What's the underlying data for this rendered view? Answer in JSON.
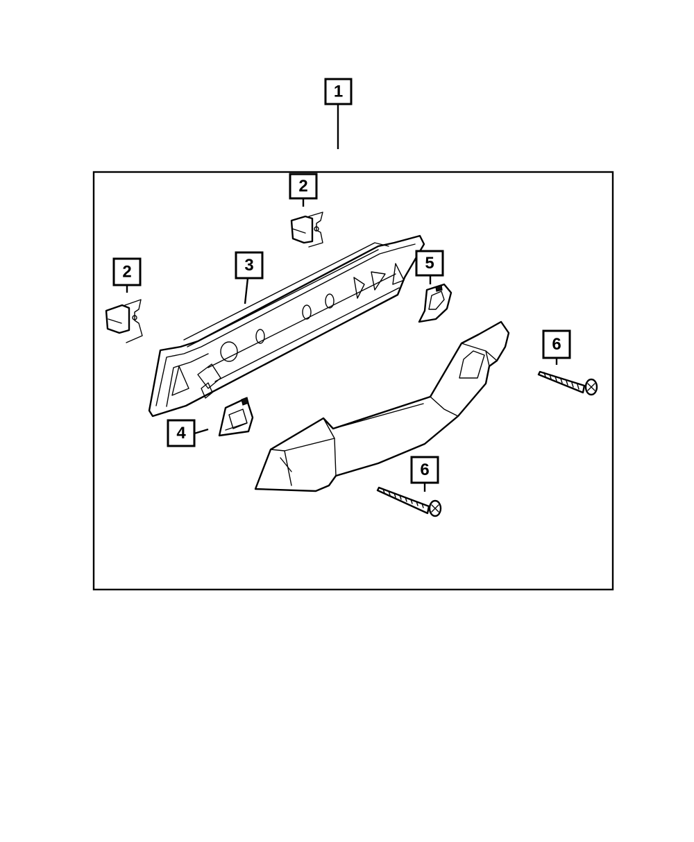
{
  "callouts": [
    {
      "id": "c1",
      "label": "1"
    },
    {
      "id": "c2a",
      "label": "2"
    },
    {
      "id": "c2b",
      "label": "2"
    },
    {
      "id": "c3",
      "label": "3"
    },
    {
      "id": "c4",
      "label": "4"
    },
    {
      "id": "c5",
      "label": "5"
    },
    {
      "id": "c6a",
      "label": "6"
    },
    {
      "id": "c6b",
      "label": "6"
    }
  ]
}
